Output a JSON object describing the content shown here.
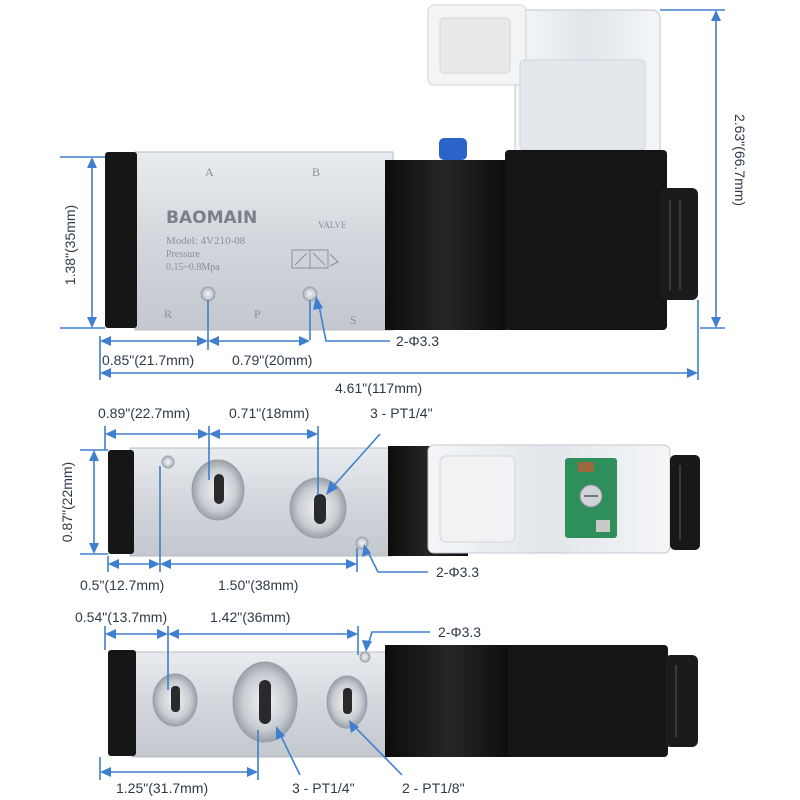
{
  "colors": {
    "dimension_line": "#3f7fcf",
    "dimension_text": "#2d3a48",
    "aluminum_body": "#d5d9de",
    "coil_black": "#151515",
    "cover_clear": "#eef1f3",
    "circuit_board": "#2f8f5a",
    "blue_button": "#2a63c9"
  },
  "icons": [
    "solenoid-valve-front-view",
    "solenoid-valve-top-view",
    "solenoid-valve-bottom-view"
  ],
  "view1": {
    "brand": "BAOMAIN",
    "valve_text": "VALVE",
    "model": "Model: 4V210-08",
    "pressure_label": "Pressure",
    "pressure_range": "0.15~0.8Mpa",
    "port_a": "A",
    "port_b": "B",
    "port_r": "R",
    "port_p": "P",
    "port_s": "S",
    "dim_height": "1.38\"(35mm)",
    "dim_total_height": "2.63\"(66.7mm)",
    "dim_left": "0.85\"(21.7mm)",
    "dim_spacing": "0.79\"(20mm)",
    "dim_length": "4.61\"(117mm)",
    "hole_label": "2-Φ3.3"
  },
  "view2": {
    "dim_top_left": "0.89\"(22.7mm)",
    "dim_top_spacing": "0.71\"(18mm)",
    "port_label": "3 - PT1/4\"",
    "dim_height": "0.87\"(22mm)",
    "dim_bottom_left": "0.5\"(12.7mm)",
    "dim_bottom_spacing": "1.50\"(38mm)",
    "hole_label": "2-Φ3.3"
  },
  "view3": {
    "dim_top_left": "0.54\"(13.7mm)",
    "dim_top_spacing": "1.42\"(36mm)",
    "hole_label": "2-Φ3.3",
    "dim_bottom_left": "1.25\"(31.7mm)",
    "port_label_a": "3 - PT1/4\"",
    "port_label_b": "2 - PT1/8\""
  }
}
